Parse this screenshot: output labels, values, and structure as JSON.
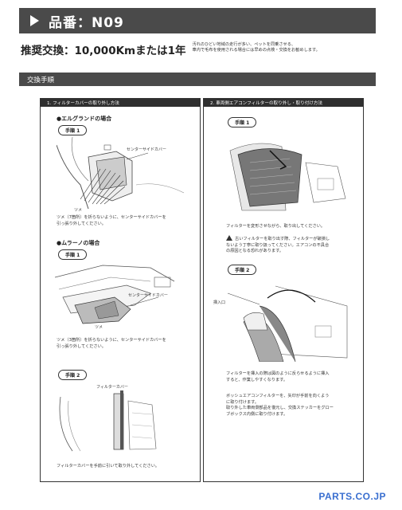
{
  "header": {
    "title": "品番：N09"
  },
  "recommendation": {
    "main": "推奨交換：10,000Kmまたは1年",
    "note_line1": "汚れのひどい地域の走行が多い、ペットを同乗させる、",
    "note_line2": "車内で毛布を使用される場合には早めの点検・交換をお勧めします。"
  },
  "section": {
    "title": "交換手順"
  },
  "left_panel": {
    "heading": "1.  フィルターカバーの取り外し方法",
    "elgrand": {
      "title": "●エルグランドの場合",
      "step": "手順 1",
      "label_cover": "センターサイドカバー",
      "label_tsume": "ツメ",
      "note_line1": "ツメ（7箇所）を折らないように、センターサイドカバーを",
      "note_line2": "引っ張り外してください。"
    },
    "murano": {
      "title": "●ムラーノの場合",
      "step": "手順 1",
      "label_cover": "センターサイドカバー",
      "label_tsume": "ツメ",
      "note_line1": "ツメ（3箇所）を折らないように、センターサイドカバーを",
      "note_line2": "引っ張り外してください。"
    },
    "step2": {
      "step": "手順 2",
      "label_filter_cover": "フィルターカバー",
      "note": "フィルターカバーを手前に引いて取り外してください。"
    }
  },
  "right_panel": {
    "heading": "2.  車両側エアコンフィルターの取り外し・取り付け方法",
    "step1": {
      "step": "手順 1",
      "note": "フィルターを変形させながら、取り出してください。",
      "warn_line1": "古いフィルターを取り出す際、フィルターが破損し",
      "warn_line2": "ないよう丁寧に取り扱ってください。エアコンの不具合",
      "warn_line3": "の原因となる恐れがあります。"
    },
    "step2": {
      "step": "手順 2",
      "label_inlet": "挿入口",
      "note_line1": "フィルターを挿入の際は図のように反らせるように挿入",
      "note_line2": "すると、作業しやすくなります。",
      "note_line3": "ボッシュエアコンフィルターを、矢印が手前を向くよう",
      "note_line4": "に取り付けます。",
      "note_line5": "取り外した車両側部品を復元し、交換ステッカーをグロー",
      "note_line6": "ブボックス内側に取り付けます。"
    }
  },
  "footer": {
    "logo": "PARTS.CO.JP"
  },
  "colors": {
    "header_bg": "#4a4a4a",
    "panel_head_bg": "#2f2f2f",
    "logo": "#3a6fd0"
  }
}
